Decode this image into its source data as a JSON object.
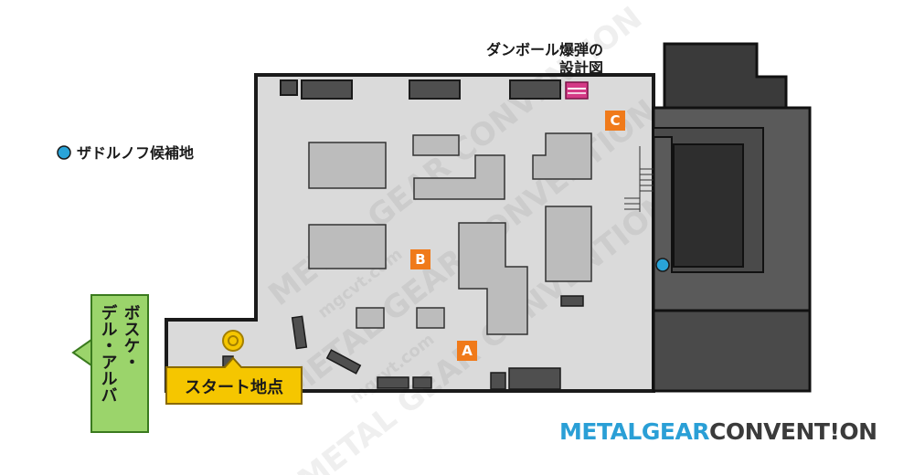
{
  "legend": {
    "zadornov_label": "ザドルノフ候補地",
    "marker_color": "#29a4d9"
  },
  "labels": {
    "blueprint_line1": "ダンボール爆弾の",
    "blueprint_line2": "設計図",
    "start": "スタート地点",
    "exit_line1": "ボスケ・",
    "exit_line2": "デル・アルバ"
  },
  "markers": {
    "a": "A",
    "b": "B",
    "c": "C",
    "marker_color": "#f07a1a"
  },
  "watermark": {
    "line1": "METAL GEAR CONVENTION",
    "line2": "mgcvt.com"
  },
  "branding": {
    "part1": "METALGEAR",
    "part2": "CONVENT!ON"
  },
  "colors": {
    "floor": "#dadada",
    "wall": "#1a1a1a",
    "building": "#bcbcbc",
    "dark_block": "#4f4f4f",
    "tower": "#3a3a3a",
    "start_badge": "#f5c600",
    "exit_badge": "#9bd46b",
    "blueprint_icon": "#d43a86"
  }
}
